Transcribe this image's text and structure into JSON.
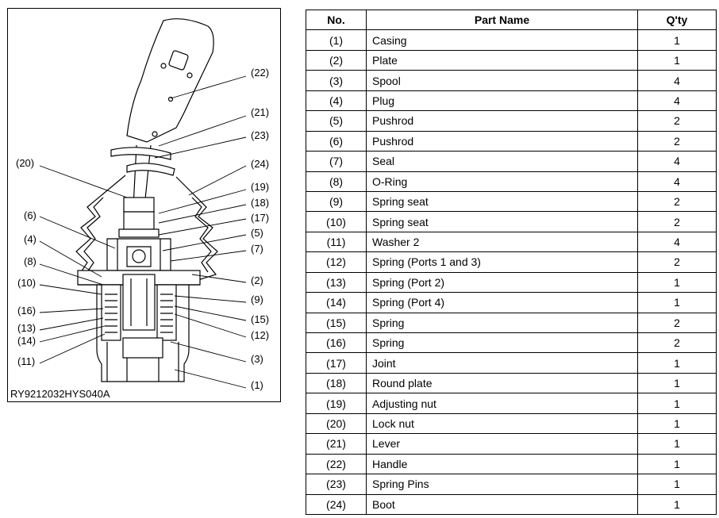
{
  "figure": {
    "code": "RY9212032HYS040A",
    "callouts": [
      "(22)",
      "(21)",
      "(23)",
      "(20)",
      "(24)",
      "(19)",
      "(18)",
      "(17)",
      "(6)",
      "(5)",
      "(4)",
      "(7)",
      "(8)",
      "(2)",
      "(10)",
      "(9)",
      "(16)",
      "(15)",
      "(13)",
      "(12)",
      "(14)",
      "(3)",
      "(11)",
      "(1)"
    ]
  },
  "table": {
    "headers": [
      "No.",
      "Part Name",
      "Q'ty"
    ],
    "rows": [
      {
        "no": "(1)",
        "name": "Casing",
        "qty": "1"
      },
      {
        "no": "(2)",
        "name": "Plate",
        "qty": "1"
      },
      {
        "no": "(3)",
        "name": "Spool",
        "qty": "4"
      },
      {
        "no": "(4)",
        "name": "Plug",
        "qty": "4"
      },
      {
        "no": "(5)",
        "name": "Pushrod",
        "qty": "2"
      },
      {
        "no": "(6)",
        "name": "Pushrod",
        "qty": "2"
      },
      {
        "no": "(7)",
        "name": "Seal",
        "qty": "4"
      },
      {
        "no": "(8)",
        "name": "O-Ring",
        "qty": "4"
      },
      {
        "no": "(9)",
        "name": "Spring seat",
        "qty": "2"
      },
      {
        "no": "(10)",
        "name": "Spring seat",
        "qty": "2"
      },
      {
        "no": "(11)",
        "name": "Washer 2",
        "qty": "4"
      },
      {
        "no": "(12)",
        "name": "Spring (Ports 1 and 3)",
        "qty": "2"
      },
      {
        "no": "(13)",
        "name": "Spring (Port 2)",
        "qty": "1"
      },
      {
        "no": "(14)",
        "name": "Spring (Port 4)",
        "qty": "1"
      },
      {
        "no": "(15)",
        "name": "Spring",
        "qty": "2"
      },
      {
        "no": "(16)",
        "name": "Spring",
        "qty": "2"
      },
      {
        "no": "(17)",
        "name": "Joint",
        "qty": "1"
      },
      {
        "no": "(18)",
        "name": "Round plate",
        "qty": "1"
      },
      {
        "no": "(19)",
        "name": "Adjusting nut",
        "qty": "1"
      },
      {
        "no": "(20)",
        "name": "Lock nut",
        "qty": "1"
      },
      {
        "no": "(21)",
        "name": "Lever",
        "qty": "1"
      },
      {
        "no": "(22)",
        "name": "Handle",
        "qty": "1"
      },
      {
        "no": "(23)",
        "name": "Spring Pins",
        "qty": "1"
      },
      {
        "no": "(24)",
        "name": "Boot",
        "qty": "1"
      }
    ]
  }
}
